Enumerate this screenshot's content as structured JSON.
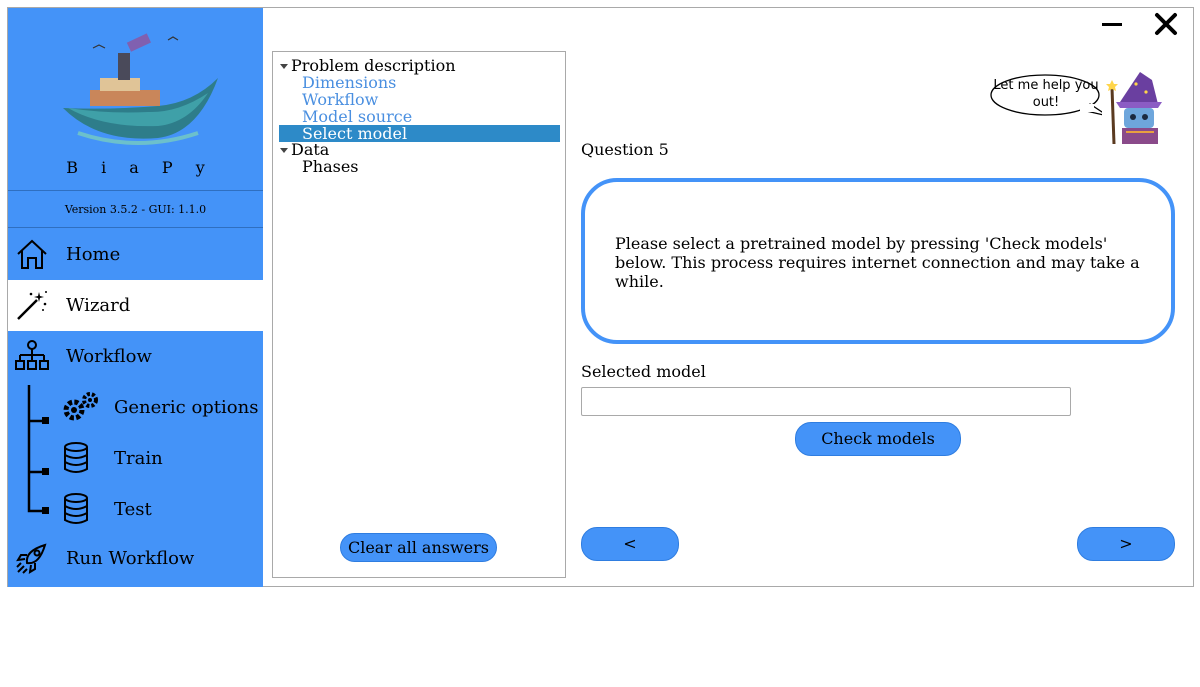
{
  "app": {
    "name": "BiaPy",
    "name_spaced": "B i a P y",
    "version": "Version 3.5.2 - GUI: 1.1.0"
  },
  "window_controls": {
    "minimize_icon": "minus-icon",
    "close_icon": "close-x-icon"
  },
  "sidebar": {
    "items": [
      {
        "label": "Home",
        "icon": "home-icon"
      },
      {
        "label": "Wizard",
        "icon": "magic-wand-icon",
        "active": true
      },
      {
        "label": "Workflow",
        "icon": "workflow-tree-icon"
      },
      {
        "label": "Generic options",
        "icon": "gears-icon"
      },
      {
        "label": "Train",
        "icon": "database-icon"
      },
      {
        "label": "Test",
        "icon": "database-icon"
      },
      {
        "label": "Run Workflow",
        "icon": "rocket-icon"
      }
    ]
  },
  "tree": {
    "groups": [
      {
        "label": "Problem description",
        "children": [
          "Dimensions",
          "Workflow",
          "Model source",
          "Select model"
        ]
      },
      {
        "label": "Data",
        "children": [
          "Phases"
        ]
      }
    ],
    "selected": "Select model",
    "clear_button": "Clear all answers"
  },
  "assistant": {
    "bubble": "Let me help you out!"
  },
  "question": {
    "title": "Question 5",
    "text": "Please select a pretrained model by pressing 'Check models' below. This process requires internet connection and may take a while."
  },
  "selected_model": {
    "label": "Selected model",
    "value": "",
    "check_button": "Check models"
  },
  "nav_buttons": {
    "prev": "<",
    "next": ">"
  },
  "colors": {
    "accent": "#4493f8",
    "selection": "#2d8ac8",
    "link": "#4a8fe0"
  }
}
